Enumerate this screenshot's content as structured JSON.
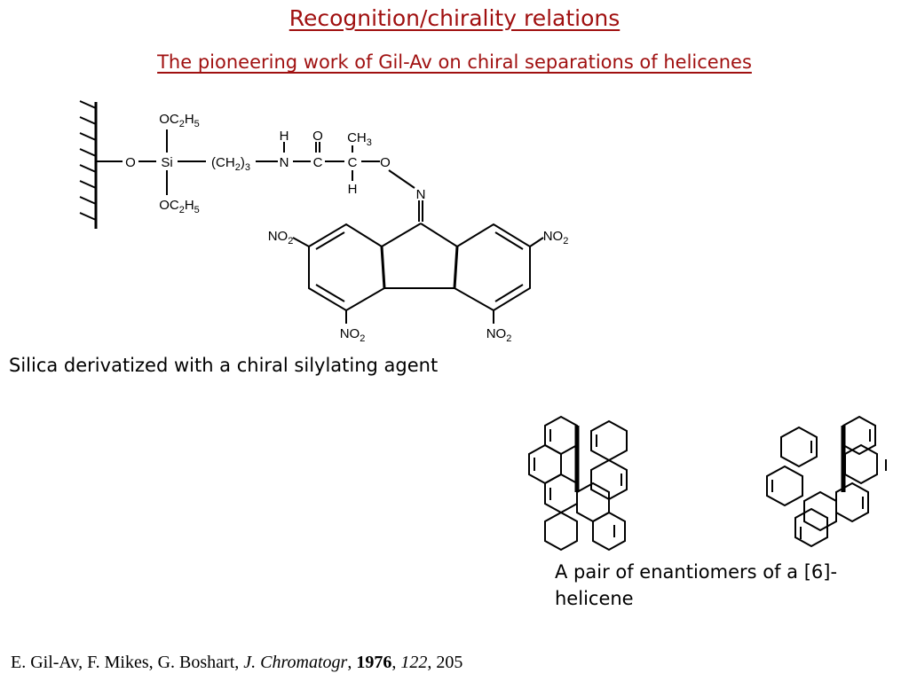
{
  "slide": {
    "title": "Recognition/chirality relations",
    "subtitle": "The pioneering work of Gil-Av on chiral separations of helicenes",
    "caption_silica": "Silica derivatized with a chiral silylating agent",
    "caption_helicene": "A pair of enantiomers of a [6]-helicene",
    "reference": {
      "authors": "E. Gil-Av,  F. Mikes, G. Boshart, ",
      "journal": "J. Chromatogr",
      "sep1": ", ",
      "year": "1976",
      "sep2": ", ",
      "volume": "122",
      "pages": ", 205"
    }
  },
  "structure_labels": {
    "o_left": "O",
    "si": "Si",
    "oc2h5_top": "OC2H5",
    "oc2h5_bottom": "OC2H5",
    "propyl": "(CH2)3",
    "h_amide": "H",
    "n_amide": "N",
    "o_carbonyl": "O",
    "c_carbonyl": "C",
    "ch3": "CH3",
    "c_chiral": "C",
    "h_chiral": "H",
    "o_oxime": "O",
    "n_oxime": "N",
    "no2_upper_left": "NO2",
    "no2_upper_right": "NO2",
    "no2_lower_left": "NO2",
    "no2_lower_right": "NO2"
  }
}
